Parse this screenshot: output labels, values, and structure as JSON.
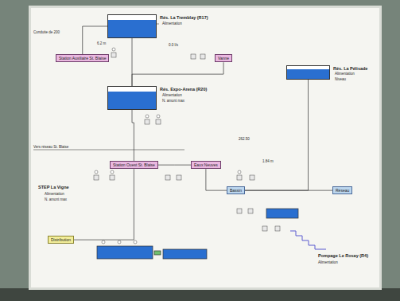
{
  "diagram": {
    "nodes": [
      {
        "text": [
          "Rés. La Tremblay (R17)"
        ]
      },
      {
        "text": [
          "Station Auxiliaire St. Blaise"
        ]
      },
      {
        "text": [
          "Vanne"
        ]
      },
      {
        "text": [
          "Rés. Expo-Arena (R20)"
        ]
      },
      {
        "text": [
          "Station Ouest St. Blaise"
        ]
      },
      {
        "text": [
          "Eaux Neuves"
        ]
      },
      {
        "text": [
          "Bassin"
        ]
      },
      {
        "text": [
          "Rés. La Pélisade"
        ]
      },
      {
        "text": [
          "Réseau"
        ]
      },
      {
        "text": [
          "Distribution"
        ]
      }
    ],
    "edges": [
      {
        "from": 0,
        "to": 3,
        "arrow": "none"
      },
      {
        "from": 1,
        "to": 0,
        "arrow": "none"
      },
      {
        "from": 2,
        "to": 3,
        "arrow": "none"
      },
      {
        "from": 3,
        "to": 4,
        "arrow": "none"
      },
      {
        "from": 4,
        "to": 5,
        "arrow": "none"
      },
      {
        "from": 5,
        "to": 6,
        "arrow": "none"
      },
      {
        "from": 6,
        "to": 7,
        "arrow": "none"
      },
      {
        "from": 6,
        "to": 8,
        "arrow": "none"
      },
      {
        "from": 4,
        "to": 9,
        "arrow": "none"
      }
    ],
    "labels": [
      "Conduite de 200",
      "Alimentation",
      "6.2 m",
      "0.0 l/s",
      "Alimentation",
      "N. amont max",
      "Vers réseau St. Blaise",
      "STEP La Vigne",
      "Alimentation",
      "N. amont max",
      "262.50",
      "1.84 m",
      "Alimentation",
      "Niveau",
      "Pompage Le Rosay (R4)",
      "Alimentation"
    ]
  }
}
